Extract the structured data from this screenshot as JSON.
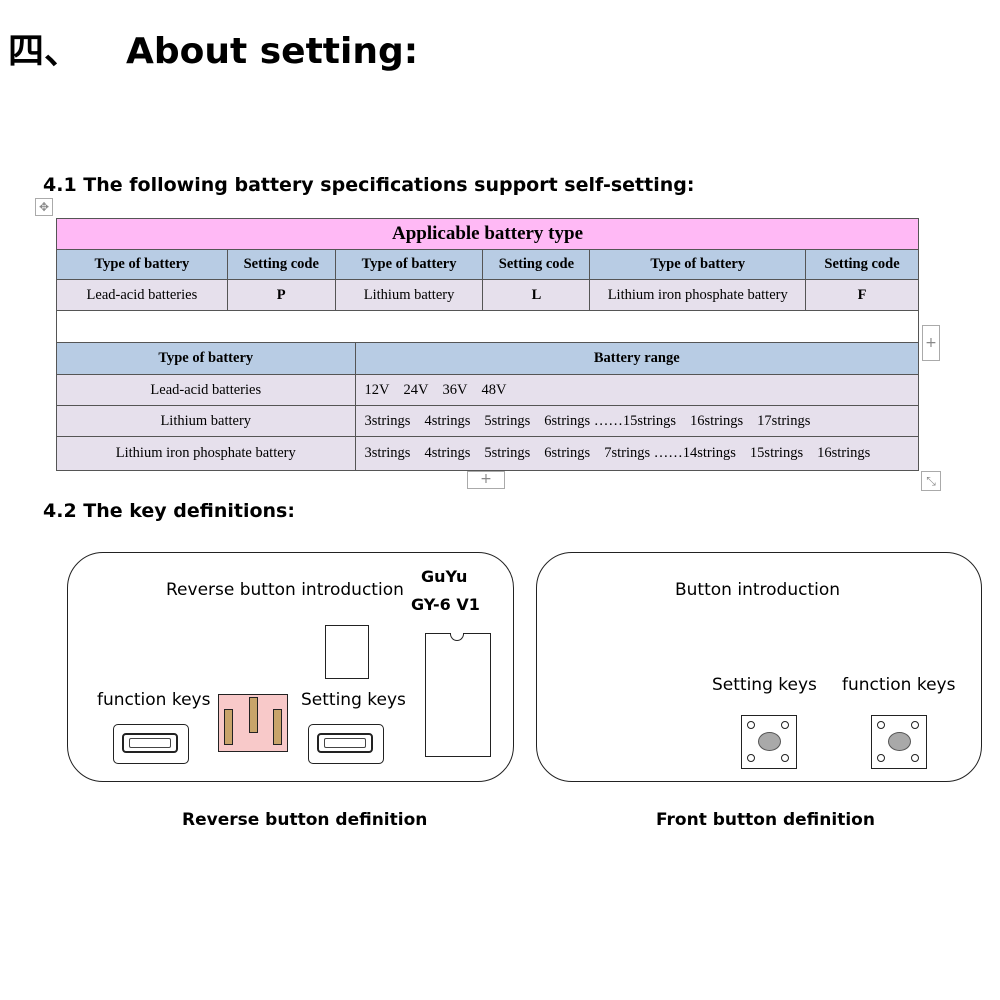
{
  "heading": {
    "number": "四、",
    "title": "About setting:"
  },
  "section1": {
    "title": "4.1 The following battery specifications support self-setting:"
  },
  "table1": {
    "title": "Applicable battery type",
    "headers": [
      "Type of battery",
      "Setting code",
      "Type of battery",
      "Setting code",
      "Type of battery",
      "Setting code"
    ],
    "row": [
      "Lead-acid batteries",
      "P",
      "Lithium battery",
      "L",
      "Lithium iron phosphate battery",
      "F"
    ]
  },
  "table2": {
    "headers": [
      "Type of battery",
      "Battery range"
    ],
    "rows": [
      {
        "type": "Lead-acid batteries",
        "range": [
          "12V",
          "24V",
          "36V",
          "48V"
        ]
      },
      {
        "type": "Lithium battery",
        "range": [
          "3strings",
          "4strings",
          "5strings",
          "6strings ……15strings",
          "16strings",
          "17strings"
        ]
      },
      {
        "type": "Lithium iron phosphate battery",
        "range": [
          "3strings",
          "4strings",
          "5strings",
          "6strings",
          "7strings ……14strings",
          "15strings",
          "16strings"
        ]
      }
    ]
  },
  "table_controls": {
    "add": "+",
    "move_icon": "move-icon",
    "resize_icon": "resize-icon"
  },
  "section2": {
    "title": "4.2 The key definitions:"
  },
  "reverse_panel": {
    "intro": "Reverse button introduction",
    "brand": "GuYu",
    "model": "GY-6 V1",
    "function_keys": "function keys",
    "setting_keys": "Setting keys",
    "caption": "Reverse button definition"
  },
  "front_panel": {
    "intro": "Button introduction",
    "setting_keys": "Setting keys",
    "function_keys": "function keys",
    "caption": "Front button definition"
  }
}
